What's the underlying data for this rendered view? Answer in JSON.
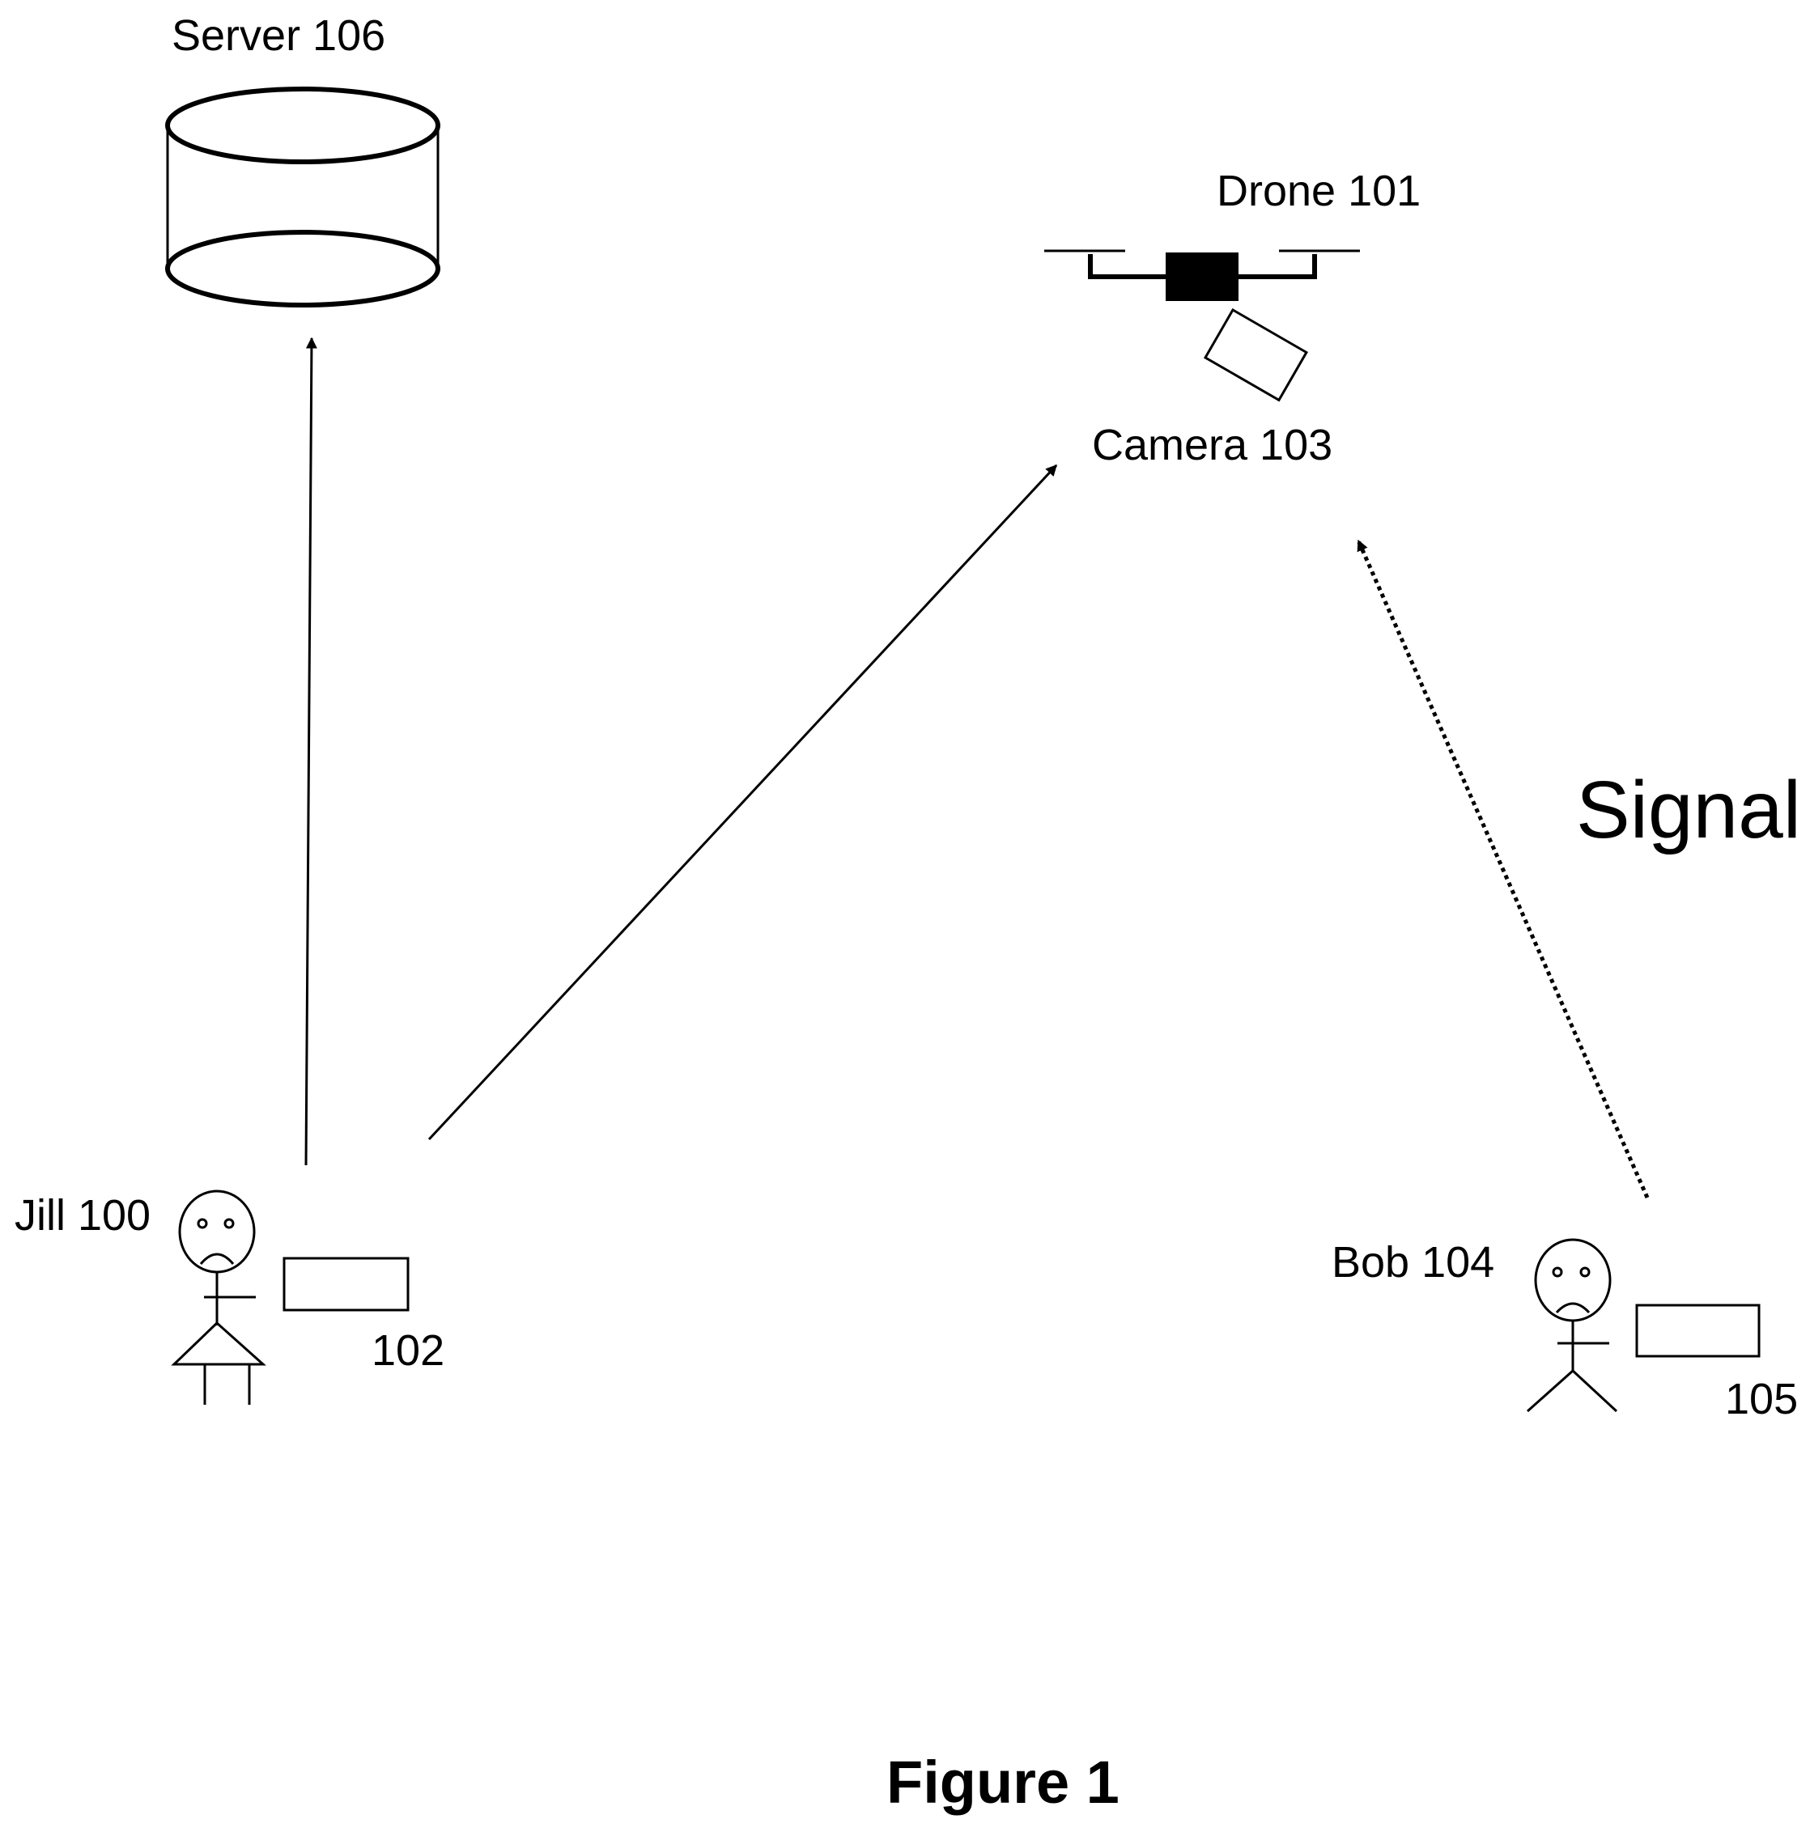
{
  "labels": {
    "server": "Server 106",
    "drone": "Drone 101",
    "camera": "Camera 103",
    "signal": "Signal",
    "jill": "Jill 100",
    "jill_device": "102",
    "bob": "Bob 104",
    "bob_device": "105"
  },
  "caption": "Figure 1"
}
